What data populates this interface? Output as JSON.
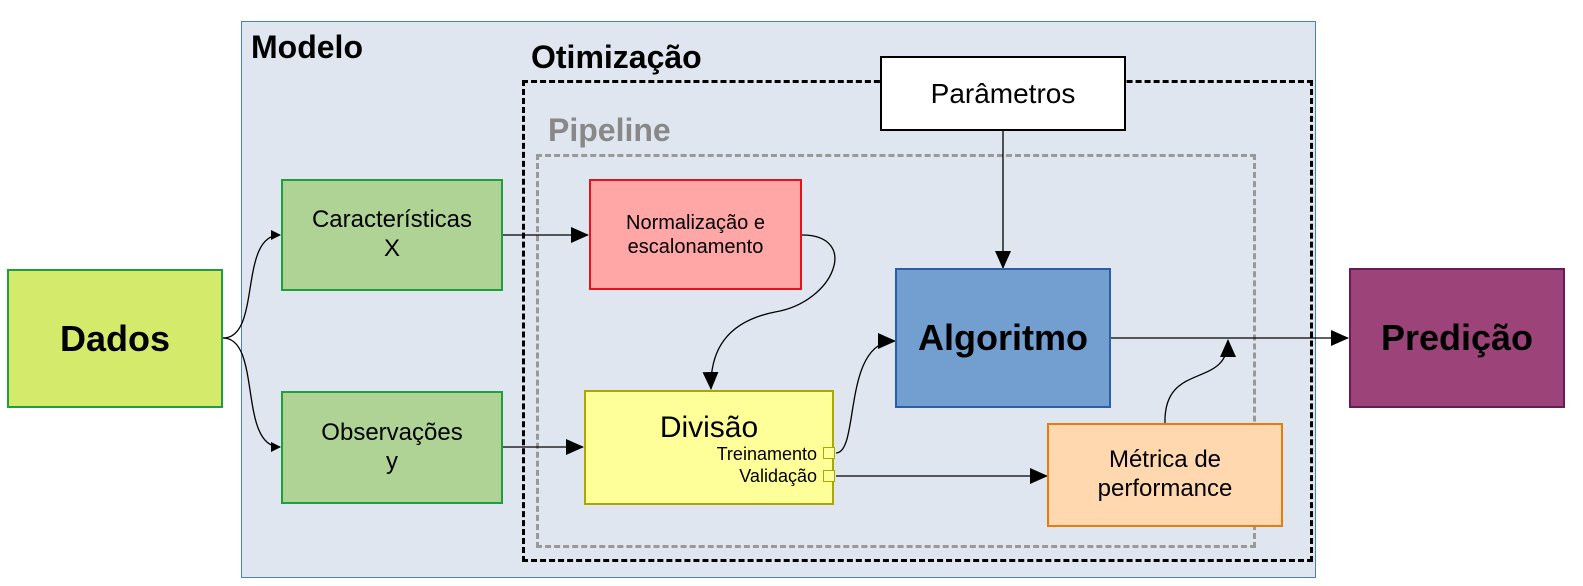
{
  "regions": {
    "modelo": "Modelo",
    "otimizacao": "Otimização",
    "pipeline": "Pipeline"
  },
  "nodes": {
    "dados": "Dados",
    "caracteristicas": {
      "line1": "Características",
      "line2": "X"
    },
    "observacoes": {
      "line1": "Observações",
      "line2": "y"
    },
    "normalizacao": {
      "line1": "Normalização e",
      "line2": "escalonamento"
    },
    "divisao": {
      "title": "Divisão",
      "port_treinamento": "Treinamento",
      "port_validacao": "Validação"
    },
    "parametros": "Parâmetros",
    "algoritmo": "Algoritmo",
    "metrica": {
      "line1": "Métrica de",
      "line2": "performance"
    },
    "predicao": "Predição"
  },
  "colors": {
    "modelo_bg": "#dfe6ef",
    "modelo_border": "#4a7fc1",
    "dados": "#d4ea6b",
    "dados_border": "#1e9e3e",
    "features": "#aed394",
    "features_border": "#1e9e3e",
    "normalizacao": "#ffa6a6",
    "normalizacao_border": "#e0141e",
    "divisao": "#ffff99",
    "divisao_border": "#a8a800",
    "algoritmo": "#729fcf",
    "algoritmo_border": "#2a5fa8",
    "metrica": "#ffd8b0",
    "metrica_border": "#e87a10",
    "predicao": "#9c4479",
    "predicao_border": "#6b1a58",
    "pipeline_text": "#888888"
  }
}
